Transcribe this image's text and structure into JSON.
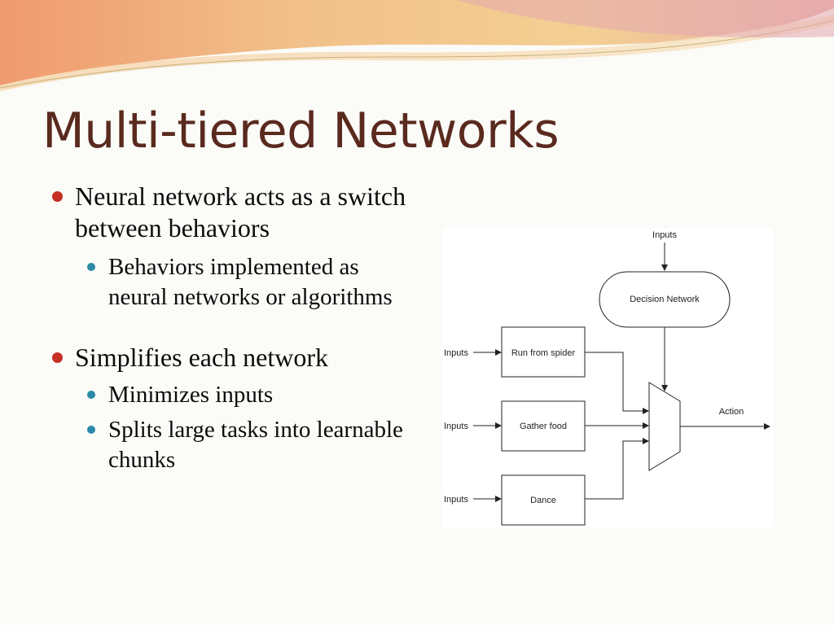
{
  "slide": {
    "title": "Multi-tiered Networks",
    "accent_color": "#c62f24",
    "sub_bullet_color": "#2a8aa8",
    "title_color": "#5a2a1e"
  },
  "bullets": [
    {
      "text": "Neural network acts as a switch between behaviors",
      "sub": [
        "Behaviors implemented as neural networks or algorithms"
      ]
    },
    {
      "text": "Simplifies each network",
      "sub": [
        "Minimizes inputs",
        "Splits large tasks into learnable chunks"
      ]
    }
  ],
  "diagram": {
    "top_input_label": "Inputs",
    "decision_network": "Decision Network",
    "behaviors": [
      {
        "input_label": "Inputs",
        "name": "Run from spider"
      },
      {
        "input_label": "Inputs",
        "name": "Gather food"
      },
      {
        "input_label": "Inputs",
        "name": "Dance"
      }
    ],
    "output_label": "Action"
  }
}
